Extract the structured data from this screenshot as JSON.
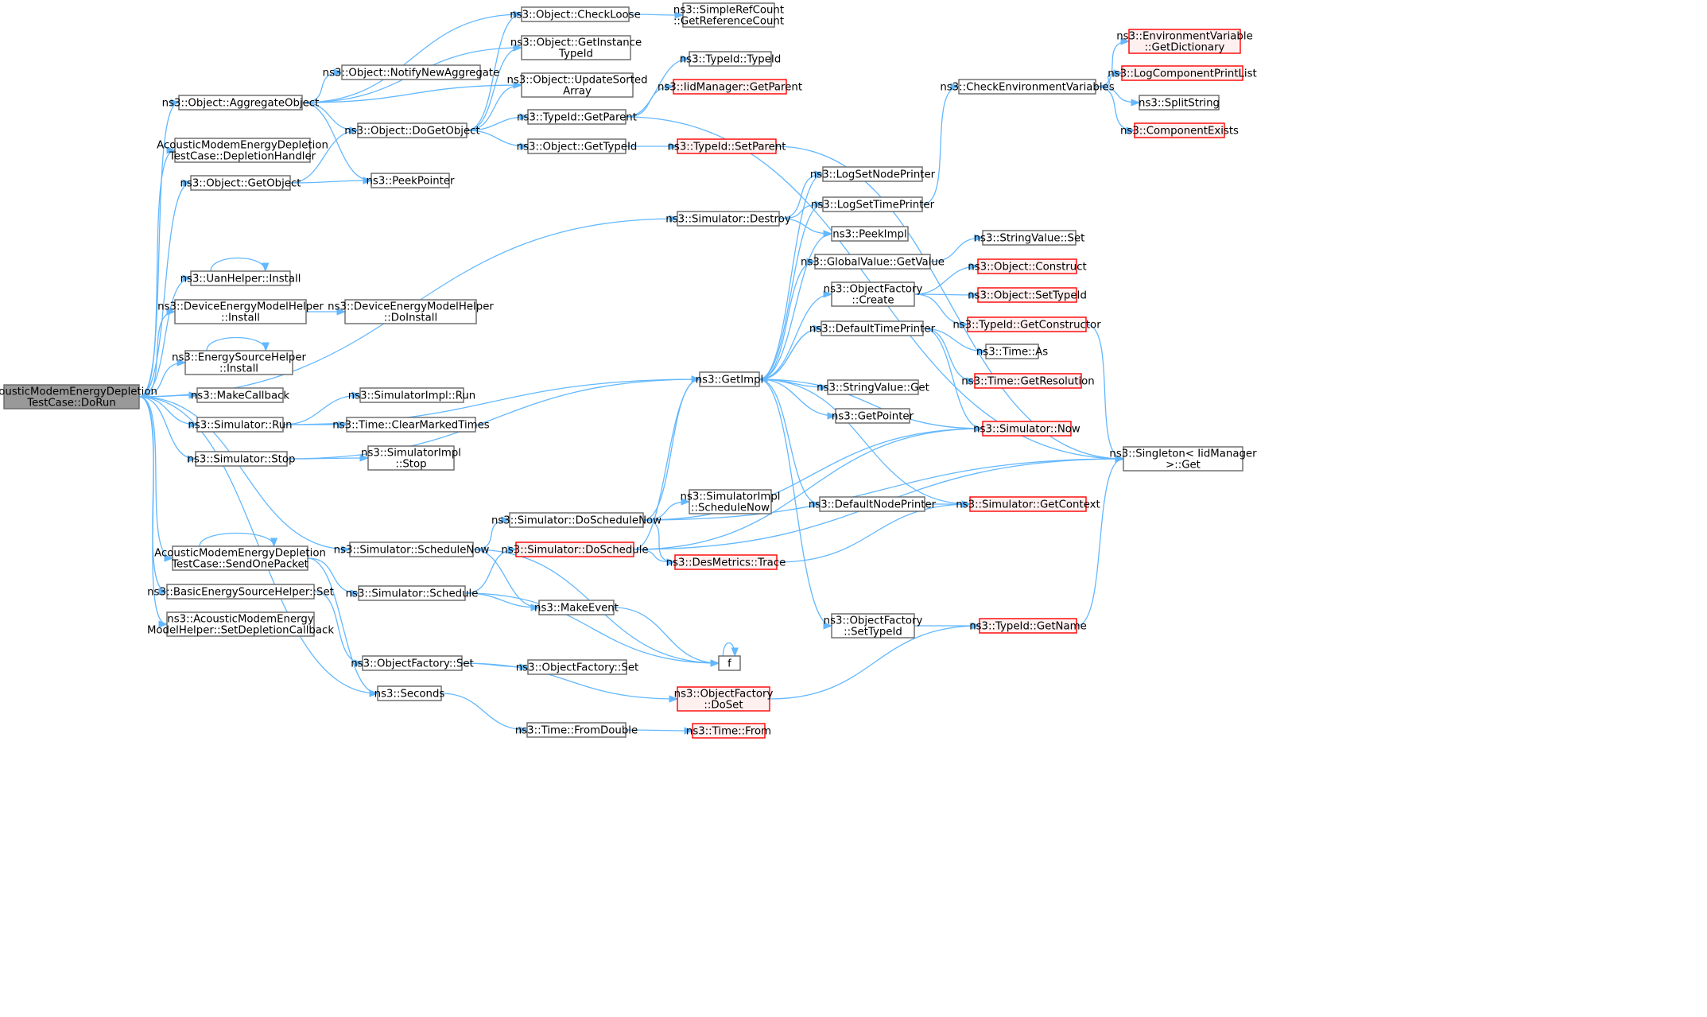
{
  "nodes": [
    {
      "id": "root",
      "lines": [
        "AcousticModemEnergyDepletion",
        "TestCase::DoRun"
      ],
      "style": "root"
    },
    {
      "id": "aggregate",
      "lines": [
        "ns3::Object::AggregateObject"
      ],
      "style": "normal"
    },
    {
      "id": "deplhandler",
      "lines": [
        "AcousticModemEnergyDepletion",
        "TestCase::DepletionHandler"
      ],
      "style": "normal"
    },
    {
      "id": "getobject",
      "lines": [
        "ns3::Object::GetObject"
      ],
      "style": "normal"
    },
    {
      "id": "uaninstall",
      "lines": [
        "ns3::UanHelper::Install"
      ],
      "style": "normal"
    },
    {
      "id": "demhinstall",
      "lines": [
        "ns3::DeviceEnergyModelHelper",
        "::Install"
      ],
      "style": "normal"
    },
    {
      "id": "eshinstall",
      "lines": [
        "ns3::EnergySourceHelper",
        "::Install"
      ],
      "style": "normal"
    },
    {
      "id": "makecallback",
      "lines": [
        "ns3::MakeCallback"
      ],
      "style": "normal"
    },
    {
      "id": "simrun",
      "lines": [
        "ns3::Simulator::Run"
      ],
      "style": "normal"
    },
    {
      "id": "simstop",
      "lines": [
        "ns3::Simulator::Stop"
      ],
      "style": "normal"
    },
    {
      "id": "sendone",
      "lines": [
        "AcousticModemEnergyDepletion",
        "TestCase::SendOnePacket"
      ],
      "style": "normal"
    },
    {
      "id": "bessset",
      "lines": [
        "ns3::BasicEnergySourceHelper::Set"
      ],
      "style": "normal"
    },
    {
      "id": "amemh",
      "lines": [
        "ns3::AcousticModemEnergy",
        "ModelHelper::SetDepletionCallback"
      ],
      "style": "normal"
    },
    {
      "id": "checkloose",
      "lines": [
        "ns3::Object::CheckLoose"
      ],
      "style": "normal"
    },
    {
      "id": "getinstance",
      "lines": [
        "ns3::Object::GetInstance",
        "TypeId"
      ],
      "style": "normal"
    },
    {
      "id": "notifynew",
      "lines": [
        "ns3::Object::NotifyNewAggregate"
      ],
      "style": "normal"
    },
    {
      "id": "updatesorted",
      "lines": [
        "ns3::Object::UpdateSorted",
        "Array"
      ],
      "style": "normal"
    },
    {
      "id": "dogetobject",
      "lines": [
        "ns3::Object::DoGetObject"
      ],
      "style": "normal"
    },
    {
      "id": "peekpointer",
      "lines": [
        "ns3::PeekPointer"
      ],
      "style": "normal"
    },
    {
      "id": "simplerefcount",
      "lines": [
        "ns3::SimpleRefCount",
        "::GetReferenceCount"
      ],
      "style": "normal"
    },
    {
      "id": "typeidtypeid",
      "lines": [
        "ns3::TypeId::TypeId"
      ],
      "style": "normal"
    },
    {
      "id": "iidmgrgetparent",
      "lines": [
        "ns3::IidManager::GetParent"
      ],
      "style": "red"
    },
    {
      "id": "typeidgetparent",
      "lines": [
        "ns3::TypeId::GetParent"
      ],
      "style": "normal"
    },
    {
      "id": "objgettypeid",
      "lines": [
        "ns3::Object::GetTypeId"
      ],
      "style": "normal"
    },
    {
      "id": "typeidsetparent",
      "lines": [
        "ns3::TypeId::SetParent"
      ],
      "style": "red"
    },
    {
      "id": "simdestroy",
      "lines": [
        "ns3::Simulator::Destroy"
      ],
      "style": "normal"
    },
    {
      "id": "demhdoinstall",
      "lines": [
        "ns3::DeviceEnergyModelHelper",
        "::DoInstall"
      ],
      "style": "normal"
    },
    {
      "id": "simimplrun",
      "lines": [
        "ns3::SimulatorImpl::Run"
      ],
      "style": "normal"
    },
    {
      "id": "clearmarked",
      "lines": [
        "ns3::Time::ClearMarkedTimes"
      ],
      "style": "normal"
    },
    {
      "id": "simimplstop",
      "lines": [
        "ns3::SimulatorImpl",
        "::Stop"
      ],
      "style": "normal"
    },
    {
      "id": "schedulenow",
      "lines": [
        "ns3::Simulator::ScheduleNow"
      ],
      "style": "normal"
    },
    {
      "id": "schedule",
      "lines": [
        "ns3::Simulator::Schedule"
      ],
      "style": "normal"
    },
    {
      "id": "ofset",
      "lines": [
        "ns3::ObjectFactory::Set"
      ],
      "style": "normal"
    },
    {
      "id": "seconds",
      "lines": [
        "ns3::Seconds"
      ],
      "style": "normal"
    },
    {
      "id": "doschedulenow",
      "lines": [
        "ns3::Simulator::DoScheduleNow"
      ],
      "style": "normal"
    },
    {
      "id": "doschedule",
      "lines": [
        "ns3::Simulator::DoSchedule"
      ],
      "style": "red"
    },
    {
      "id": "makeevent",
      "lines": [
        "ns3::MakeEvent"
      ],
      "style": "normal"
    },
    {
      "id": "ofset2",
      "lines": [
        "ns3::ObjectFactory::Set"
      ],
      "style": "normal"
    },
    {
      "id": "fromdouble",
      "lines": [
        "ns3::Time::FromDouble"
      ],
      "style": "normal"
    },
    {
      "id": "getimpl",
      "lines": [
        "ns3::GetImpl"
      ],
      "style": "normal"
    },
    {
      "id": "simimplschednow",
      "lines": [
        "ns3::SimulatorImpl",
        "::ScheduleNow"
      ],
      "style": "normal"
    },
    {
      "id": "desmetrics",
      "lines": [
        "ns3::DesMetrics::Trace"
      ],
      "style": "red"
    },
    {
      "id": "f",
      "lines": [
        "f"
      ],
      "style": "normal"
    },
    {
      "id": "ofdoset",
      "lines": [
        "ns3::ObjectFactory",
        "::DoSet"
      ],
      "style": "red"
    },
    {
      "id": "timefrom",
      "lines": [
        "ns3::Time::From"
      ],
      "style": "red"
    },
    {
      "id": "logsetnode",
      "lines": [
        "ns3::LogSetNodePrinter"
      ],
      "style": "normal"
    },
    {
      "id": "logsettime",
      "lines": [
        "ns3::LogSetTimePrinter"
      ],
      "style": "normal"
    },
    {
      "id": "peekimpl",
      "lines": [
        "ns3::PeekImpl"
      ],
      "style": "normal"
    },
    {
      "id": "gvgetvalue",
      "lines": [
        "ns3::GlobalValue::GetValue"
      ],
      "style": "normal"
    },
    {
      "id": "ofcreate",
      "lines": [
        "ns3::ObjectFactory",
        "::Create"
      ],
      "style": "normal"
    },
    {
      "id": "deftimeprinter",
      "lines": [
        "ns3::DefaultTimePrinter"
      ],
      "style": "normal"
    },
    {
      "id": "strvalget",
      "lines": [
        "ns3::StringValue::Get"
      ],
      "style": "normal"
    },
    {
      "id": "getpointer",
      "lines": [
        "ns3::GetPointer"
      ],
      "style": "normal"
    },
    {
      "id": "defnodeprinter",
      "lines": [
        "ns3::DefaultNodePrinter"
      ],
      "style": "normal"
    },
    {
      "id": "ofsettypeid",
      "lines": [
        "ns3::ObjectFactory",
        "::SetTypeId"
      ],
      "style": "normal"
    },
    {
      "id": "checkenv",
      "lines": [
        "ns3::CheckEnvironmentVariables"
      ],
      "style": "normal"
    },
    {
      "id": "strvalset",
      "lines": [
        "ns3::StringValue::Set"
      ],
      "style": "normal"
    },
    {
      "id": "objconstruct",
      "lines": [
        "ns3::Object::Construct"
      ],
      "style": "red"
    },
    {
      "id": "objsettypeid",
      "lines": [
        "ns3::Object::SetTypeId"
      ],
      "style": "red"
    },
    {
      "id": "typeidgetctor",
      "lines": [
        "ns3::TypeId::GetConstructor"
      ],
      "style": "red"
    },
    {
      "id": "timeas",
      "lines": [
        "ns3::Time::As"
      ],
      "style": "normal"
    },
    {
      "id": "timegetres",
      "lines": [
        "ns3::Time::GetResolution"
      ],
      "style": "red"
    },
    {
      "id": "simnow",
      "lines": [
        "ns3::Simulator::Now"
      ],
      "style": "red"
    },
    {
      "id": "simgetcontext",
      "lines": [
        "ns3::Simulator::GetContext"
      ],
      "style": "red"
    },
    {
      "id": "typeidgetname",
      "lines": [
        "ns3::TypeId::GetName"
      ],
      "style": "red"
    },
    {
      "id": "envgetdict",
      "lines": [
        "ns3::EnvironmentVariable",
        "::GetDictionary"
      ],
      "style": "red"
    },
    {
      "id": "logcompprint",
      "lines": [
        "ns3::LogComponentPrintList"
      ],
      "style": "red"
    },
    {
      "id": "splitstring",
      "lines": [
        "ns3::SplitString"
      ],
      "style": "normal"
    },
    {
      "id": "compexists",
      "lines": [
        "ns3::ComponentExists"
      ],
      "style": "red"
    },
    {
      "id": "singletonget",
      "lines": [
        "ns3::Singleton< IidManager",
        ">::Get"
      ],
      "style": "normal"
    }
  ],
  "edges": [
    [
      "root",
      "aggregate"
    ],
    [
      "root",
      "deplhandler"
    ],
    [
      "root",
      "getobject"
    ],
    [
      "root",
      "simdestroy"
    ],
    [
      "root",
      "uaninstall"
    ],
    [
      "root",
      "demhinstall"
    ],
    [
      "root",
      "eshinstall"
    ],
    [
      "root",
      "makecallback"
    ],
    [
      "root",
      "simrun"
    ],
    [
      "root",
      "simstop"
    ],
    [
      "root",
      "schedulenow"
    ],
    [
      "root",
      "sendone"
    ],
    [
      "root",
      "bessset"
    ],
    [
      "root",
      "amemh"
    ],
    [
      "root",
      "seconds"
    ],
    [
      "aggregate",
      "checkloose"
    ],
    [
      "aggregate",
      "getinstance"
    ],
    [
      "aggregate",
      "notifynew"
    ],
    [
      "aggregate",
      "updatesorted"
    ],
    [
      "aggregate",
      "dogetobject"
    ],
    [
      "aggregate",
      "peekpointer"
    ],
    [
      "getobject",
      "dogetobject"
    ],
    [
      "getobject",
      "peekpointer"
    ],
    [
      "uaninstall",
      "uaninstall"
    ],
    [
      "eshinstall",
      "eshinstall"
    ],
    [
      "sendone",
      "sendone"
    ],
    [
      "f",
      "f"
    ],
    [
      "demhinstall",
      "demhdoinstall"
    ],
    [
      "simrun",
      "getimpl"
    ],
    [
      "simrun",
      "simimplrun"
    ],
    [
      "simrun",
      "clearmarked"
    ],
    [
      "simstop",
      "getimpl"
    ],
    [
      "simstop",
      "simimplstop"
    ],
    [
      "sendone",
      "schedule"
    ],
    [
      "sendone",
      "seconds"
    ],
    [
      "bessset",
      "ofset"
    ],
    [
      "checkloose",
      "simplerefcount"
    ],
    [
      "dogetobject",
      "checkloose"
    ],
    [
      "dogetobject",
      "getinstance"
    ],
    [
      "dogetobject",
      "updatesorted"
    ],
    [
      "dogetobject",
      "typeidgetparent"
    ],
    [
      "dogetobject",
      "objgettypeid"
    ],
    [
      "typeidgetparent",
      "typeidtypeid"
    ],
    [
      "typeidgetparent",
      "iidmgrgetparent"
    ],
    [
      "typeidgetparent",
      "singletonget"
    ],
    [
      "objgettypeid",
      "typeidsetparent"
    ],
    [
      "typeidsetparent",
      "singletonget"
    ],
    [
      "simdestroy",
      "logsetnode"
    ],
    [
      "simdestroy",
      "logsettime"
    ],
    [
      "simdestroy",
      "peekimpl"
    ],
    [
      "schedulenow",
      "doschedulenow"
    ],
    [
      "schedulenow",
      "makeevent"
    ],
    [
      "schedulenow",
      "f"
    ],
    [
      "schedule",
      "doschedule"
    ],
    [
      "schedule",
      "makeevent"
    ],
    [
      "schedule",
      "f"
    ],
    [
      "ofset",
      "ofset2"
    ],
    [
      "ofset",
      "ofdoset"
    ],
    [
      "seconds",
      "fromdouble"
    ],
    [
      "fromdouble",
      "timefrom"
    ],
    [
      "doschedulenow",
      "getimpl"
    ],
    [
      "doschedulenow",
      "simimplschednow"
    ],
    [
      "doschedulenow",
      "desmetrics"
    ],
    [
      "doschedulenow",
      "simnow"
    ],
    [
      "doschedulenow",
      "singletonget"
    ],
    [
      "doschedule",
      "getimpl"
    ],
    [
      "doschedule",
      "desmetrics"
    ],
    [
      "doschedule",
      "simnow"
    ],
    [
      "doschedule",
      "singletonget"
    ],
    [
      "makeevent",
      "f"
    ],
    [
      "ofdoset",
      "typeidgetname"
    ],
    [
      "desmetrics",
      "simgetcontext"
    ],
    [
      "getimpl",
      "logsetnode"
    ],
    [
      "getimpl",
      "logsettime"
    ],
    [
      "getimpl",
      "peekimpl"
    ],
    [
      "getimpl",
      "gvgetvalue"
    ],
    [
      "getimpl",
      "ofcreate"
    ],
    [
      "getimpl",
      "deftimeprinter"
    ],
    [
      "getimpl",
      "strvalget"
    ],
    [
      "getimpl",
      "getpointer"
    ],
    [
      "getimpl",
      "defnodeprinter"
    ],
    [
      "getimpl",
      "ofsettypeid"
    ],
    [
      "logsettime",
      "checkenv"
    ],
    [
      "gvgetvalue",
      "strvalset"
    ],
    [
      "ofcreate",
      "objconstruct"
    ],
    [
      "ofcreate",
      "objsettypeid"
    ],
    [
      "ofcreate",
      "typeidgetctor"
    ],
    [
      "deftimeprinter",
      "getimpl"
    ],
    [
      "deftimeprinter",
      "timeas"
    ],
    [
      "deftimeprinter",
      "timegetres"
    ],
    [
      "deftimeprinter",
      "simnow"
    ],
    [
      "simnow",
      "getimpl"
    ],
    [
      "defnodeprinter",
      "simgetcontext"
    ],
    [
      "simgetcontext",
      "getimpl"
    ],
    [
      "ofsettypeid",
      "typeidgetname"
    ],
    [
      "typeidgetname",
      "singletonget"
    ],
    [
      "typeidgetctor",
      "singletonget"
    ],
    [
      "checkenv",
      "envgetdict"
    ],
    [
      "checkenv",
      "logcompprint"
    ],
    [
      "checkenv",
      "splitstring"
    ],
    [
      "checkenv",
      "compexists"
    ]
  ],
  "colors": {
    "edge": "#63b8ff",
    "normal_fill": "#ffffff",
    "normal_stroke": "#666666",
    "red_fill": "#fff0f0",
    "red_stroke": "#ff0000",
    "root_fill": "#999999",
    "root_stroke": "#666666"
  }
}
